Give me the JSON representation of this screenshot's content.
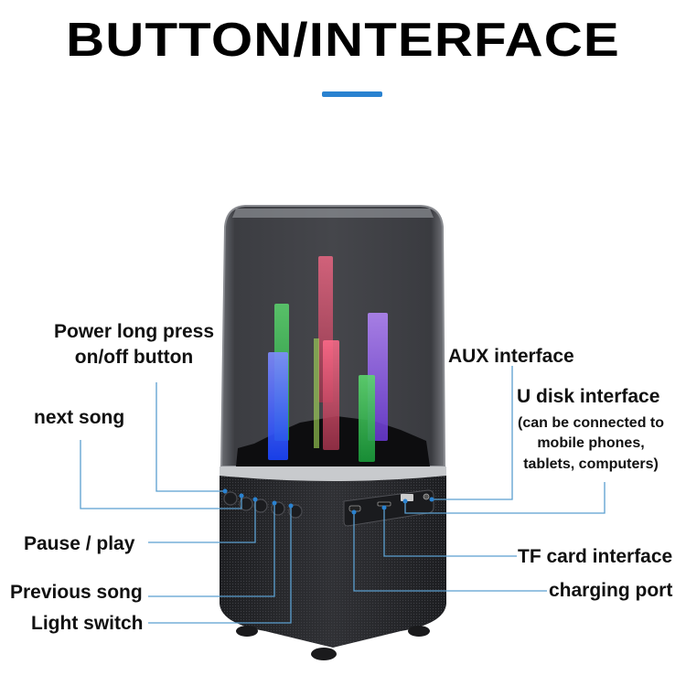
{
  "header": {
    "title": "BUTTON/INTERFACE",
    "accent_color": "#2a82d0"
  },
  "callouts": {
    "power": {
      "line1": "Power long press",
      "line2": "on/off button"
    },
    "next_song": "next song",
    "pause_play": "Pause / play",
    "previous_song": "Previous song",
    "light_switch": "Light switch",
    "aux": "AUX interface",
    "u_disk": {
      "title": "U disk interface",
      "line1": "(can be connected to",
      "line2": "mobile phones,",
      "line3": "tablets, computers)"
    },
    "tf_card": "TF card interface",
    "charging": "charging port"
  },
  "colors": {
    "leader_line": "#5b9fd0",
    "speaker_body": "#2b2c30",
    "dome": "#3a3b40"
  }
}
